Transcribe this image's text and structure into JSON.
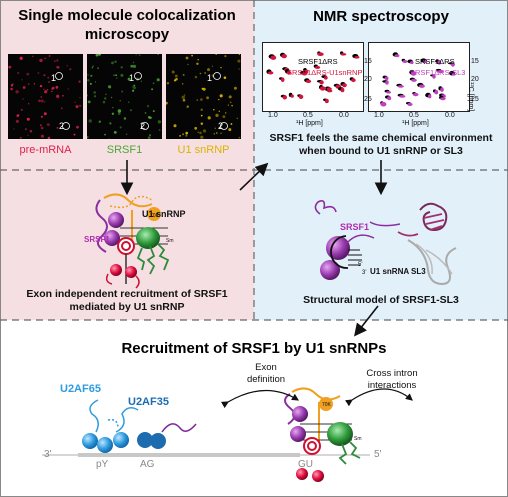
{
  "panels": {
    "microscopy": {
      "title_line1": "Single molecule colocalization",
      "title_line2": "microscopy",
      "channels": [
        {
          "label": "pre-mRNA",
          "color": "#e0204a"
        },
        {
          "label": "SRSF1",
          "color": "#4aa832"
        },
        {
          "label": "U1 snRNP",
          "color": "#d8b400"
        }
      ],
      "spot_labels": [
        "1",
        "2"
      ]
    },
    "nmr": {
      "title": "NMR spectroscopy",
      "spectrum_left": {
        "legend1": "SRSF1ΔRS",
        "legend2": "SRSF1ΔRS-U1snRNP"
      },
      "spectrum_right": {
        "legend1": "SRSF1ΔRS",
        "legend2": "SRSF1ΔRS-SL3"
      },
      "x_ticks": [
        "1.0",
        "0.5",
        "0.0"
      ],
      "x_label": "¹H [ppm]",
      "y_ticks": [
        "15",
        "20",
        "25"
      ],
      "y_label": "¹³C [ppm]",
      "caption_line1": "SRSF1 feels the same chemical environment",
      "caption_line2": "when bound to U1 snRNP or SL3"
    },
    "model_left": {
      "label_u1": "U1 snRNP",
      "label_srsf1": "SRSF1",
      "label_70k": "70K",
      "label_sm": "Sm",
      "caption_line1": "Exon independent recruitment of SRSF1",
      "caption_line2": "mediated by U1 snRNP"
    },
    "model_right": {
      "label_srsf1": "SRSF1",
      "label_sl3": "U1 snRNA SL3",
      "label_5p": "5'",
      "label_3p": "3'",
      "caption": "Structural model of SRSF1-SL3"
    },
    "bottom": {
      "title": "Recruitment of SRSF1 by U1 snRNPs",
      "exon_def_line1": "Exon",
      "exon_def_line2": "definition",
      "cross_line1": "Cross intron",
      "cross_line2": "interactions",
      "u2af65": "U2AF65",
      "u2af35": "U2AF35",
      "label_3p": "3'",
      "label_py": "pY",
      "label_ag": "AG",
      "label_gu": "GU",
      "label_5p": "5'",
      "label_70k": "70K",
      "label_sm": "Sm"
    }
  },
  "colors": {
    "pink_bg": "#f6dfe3",
    "blue_bg": "#e2f0fa",
    "srsf1_purple": "#8b2fa0",
    "u2af_blue": "#2f9be0",
    "u1_green": "#2e8b3a",
    "u1_orange": "#f0a020",
    "red": "#e01040"
  }
}
